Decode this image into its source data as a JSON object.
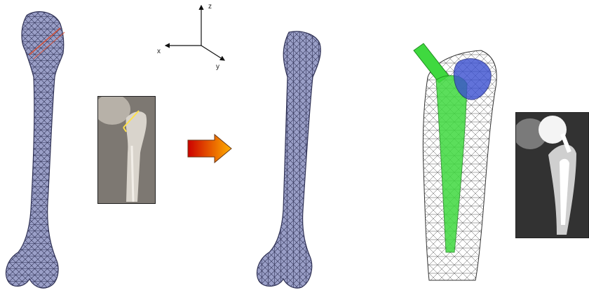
{
  "axes": {
    "z_label": "z",
    "x_label": "x",
    "y_label": "y"
  },
  "colors": {
    "bone_mesh": "#9a9fc7",
    "bone_edge": "#2f3155",
    "cut_line": "#d0503a",
    "implant_stem": "#3fd93f",
    "implant_head": "#3a4fd0",
    "arrow_start": "#cc0000",
    "arrow_end": "#ffb000"
  },
  "icons": {
    "arrow": "right-arrow-icon",
    "axes": "coordinate-axes-icon"
  }
}
